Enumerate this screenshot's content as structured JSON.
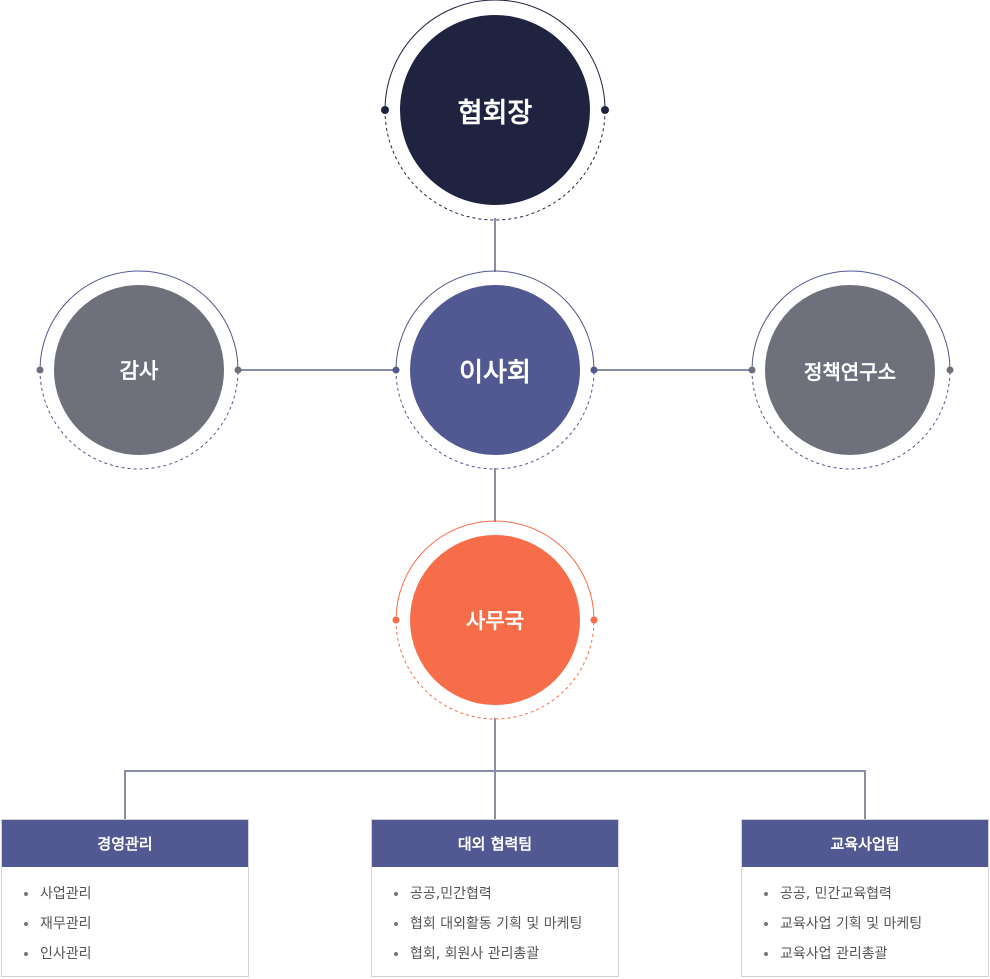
{
  "org": {
    "chair": "협회장",
    "board": "이사회",
    "audit": "감사",
    "policy_institute": "정책연구소",
    "secretariat": "사무국"
  },
  "teams": [
    {
      "title": "경영관리",
      "items": [
        "사업관리",
        "재무관리",
        "인사관리"
      ]
    },
    {
      "title": "대외 협력팀",
      "items": [
        "공공,민간협력",
        "협회 대외활동 기획 및 마케팅",
        "협회, 회원사 관리총괄"
      ]
    },
    {
      "title": "교육사업팀",
      "items": [
        "공공, 민간교육협력",
        "교육사업 기획 및 마케팅",
        "교육사업 관리총괄"
      ]
    }
  ],
  "colors": {
    "chair": "#1f2340",
    "board": "#525891",
    "side_nodes": "#6e707b",
    "secretariat": "#f76d4a",
    "team_header": "#525891",
    "connector": "#8a8da8"
  }
}
